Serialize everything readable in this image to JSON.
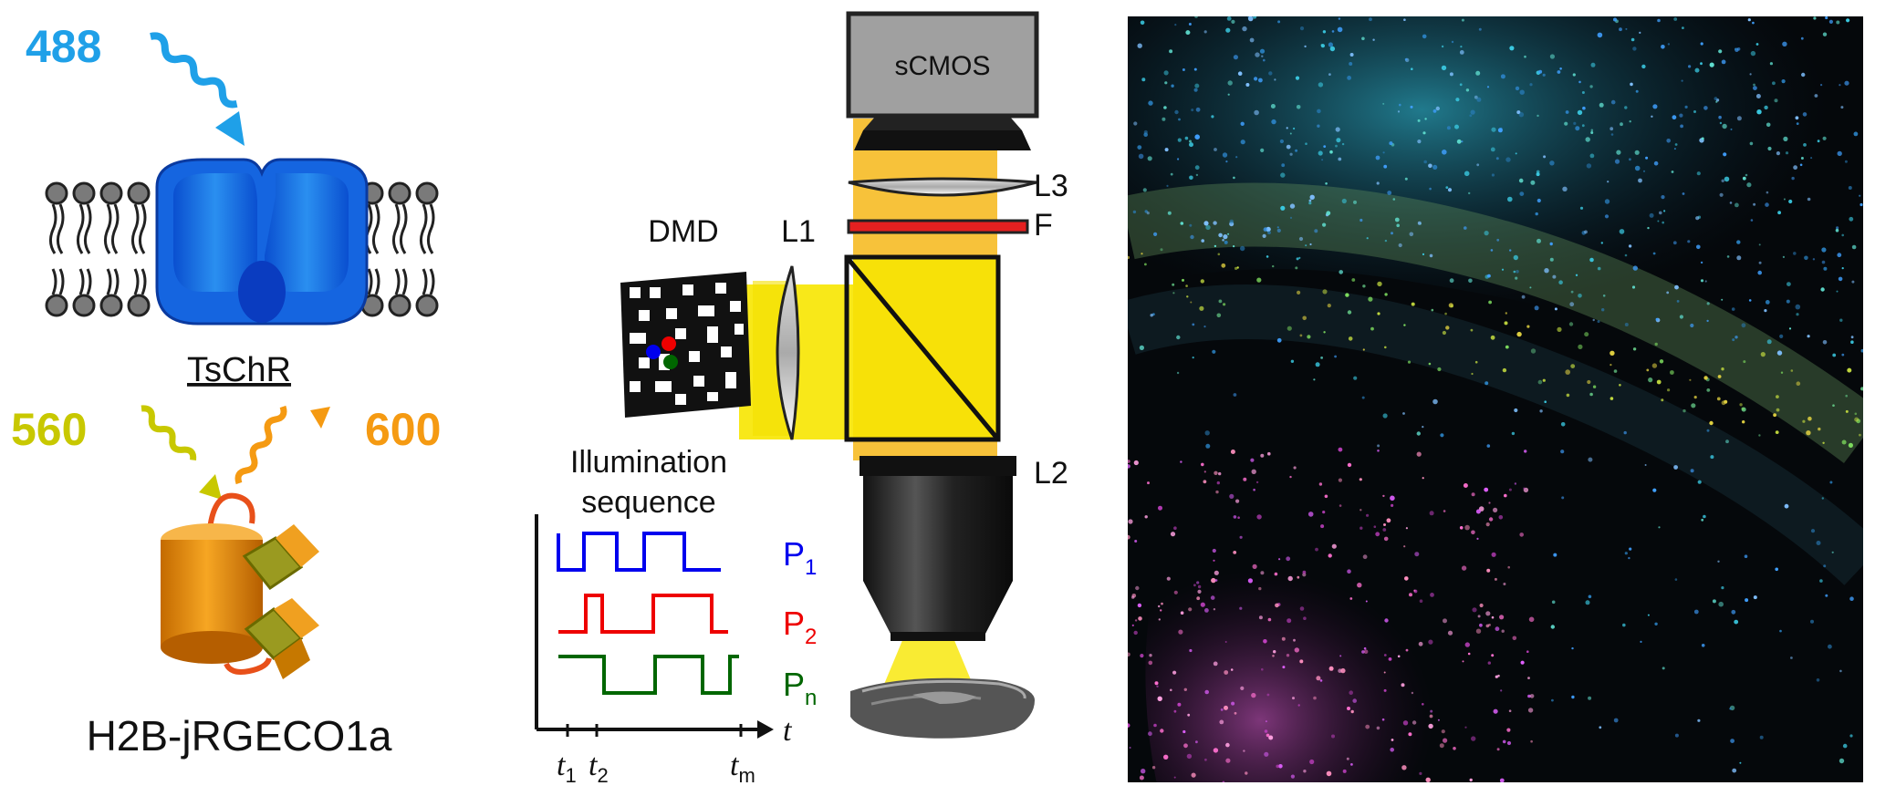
{
  "wavelengths": {
    "excite_blue": "488",
    "excite_yellow": "560",
    "emit_orange": "600"
  },
  "proteins": {
    "channelrhodopsin": "TsChR",
    "indicator": "H2B-jRGECO1a"
  },
  "optics": {
    "camera": "sCMOS",
    "dmd": "DMD",
    "lens1": "L1",
    "lens2": "L2",
    "lens3": "L3",
    "filter": "F"
  },
  "illumination": {
    "title_line1": "Illumination",
    "title_line2": "sequence",
    "patterns": [
      {
        "label": "P",
        "sub": "1",
        "color": "#0000ee"
      },
      {
        "label": "P",
        "sub": "2",
        "color": "#ee0000"
      },
      {
        "label": "P",
        "sub": "n",
        "color": "#006600"
      }
    ],
    "axis_label": "t",
    "ticks": [
      {
        "label": "t",
        "sub": "1"
      },
      {
        "label": "t",
        "sub": "2"
      },
      {
        "label": "t",
        "sub": "m"
      }
    ]
  },
  "colors": {
    "blue": "#1fa0e8",
    "yellow_green": "#c8c800",
    "orange": "#f59a12",
    "yellow_beam": "#f7e600",
    "orange_beam": "#f7c23a"
  }
}
